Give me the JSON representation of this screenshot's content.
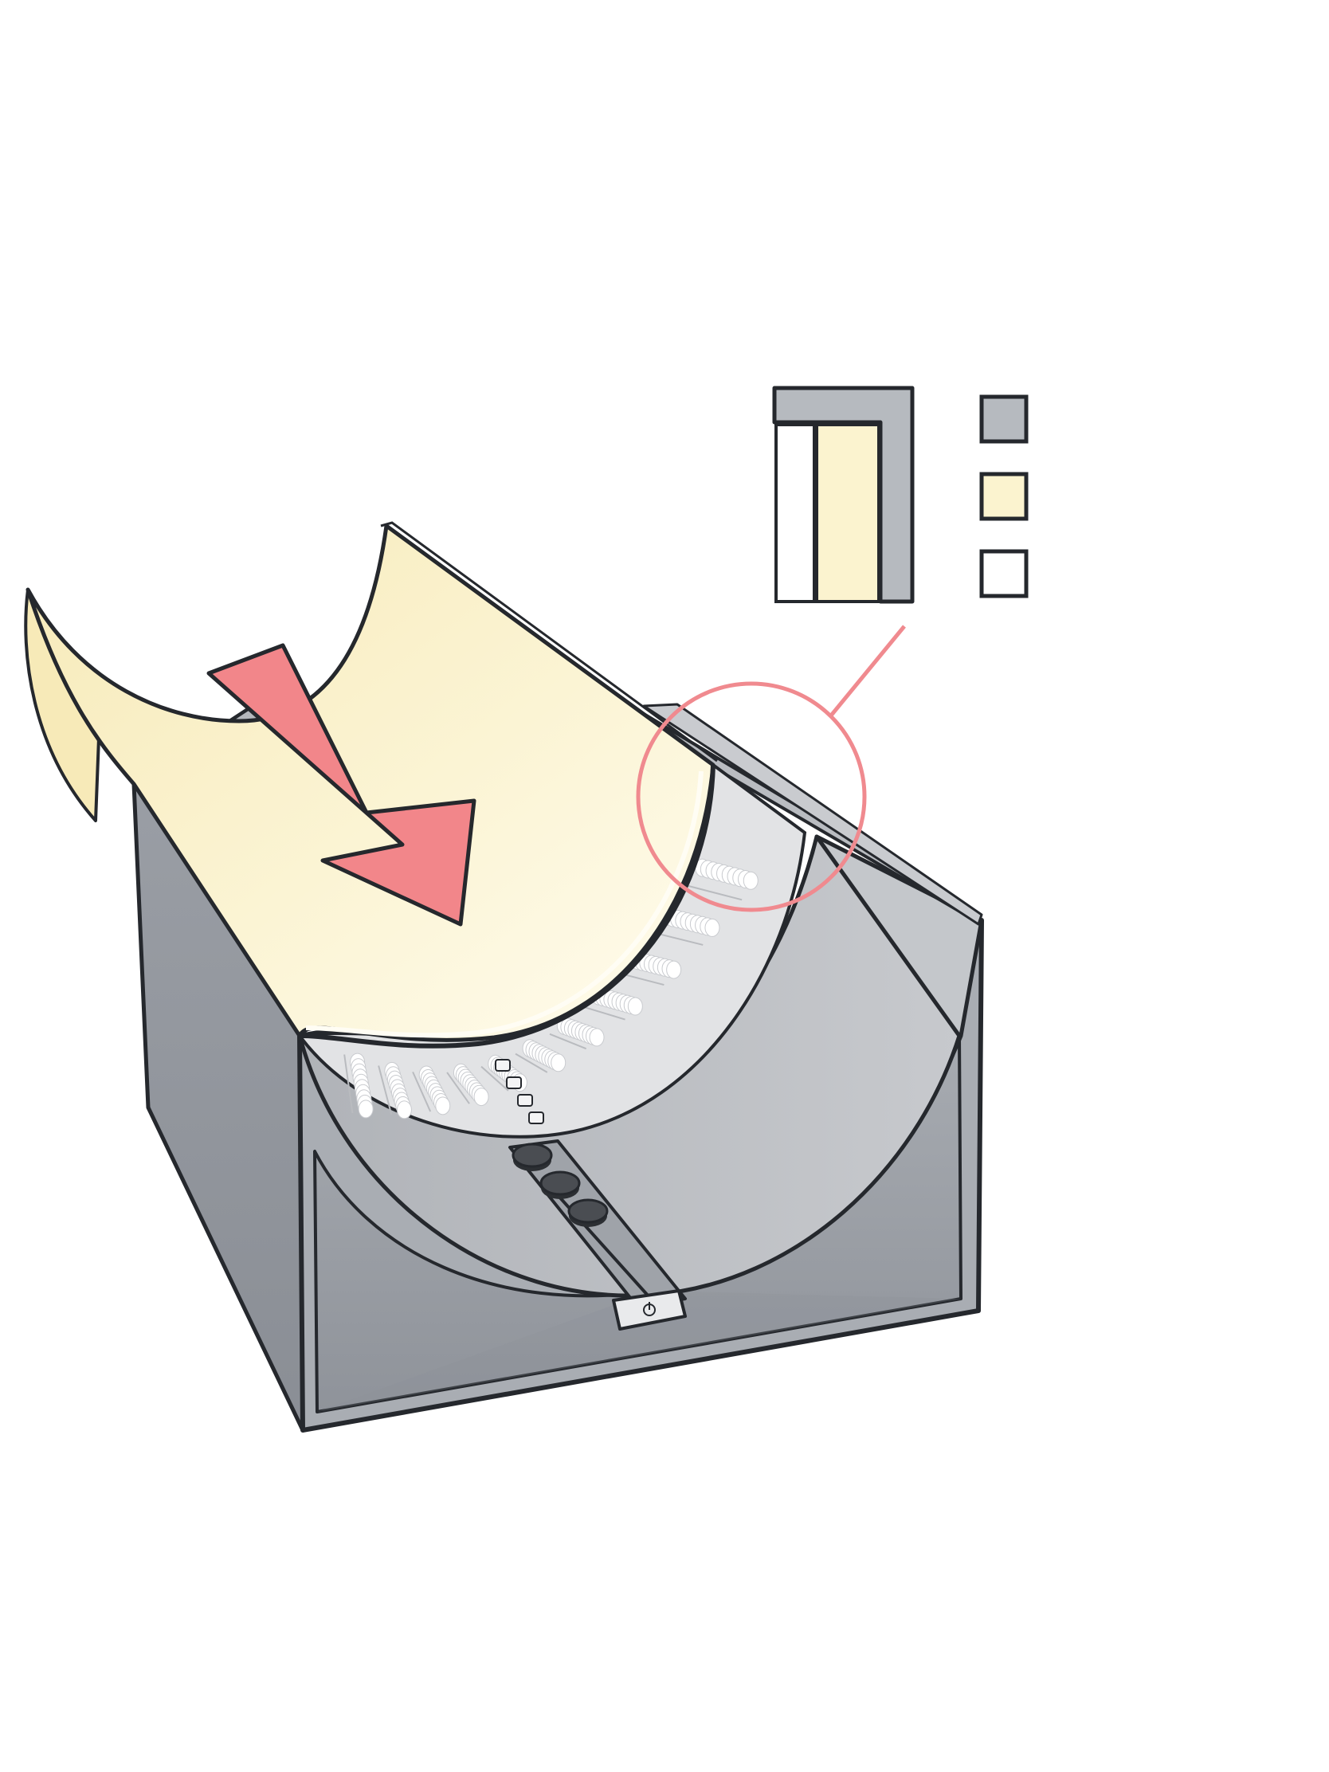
{
  "diagram": {
    "colors": {
      "housing": "#a9adb3",
      "housing_dark": "#8c9097",
      "housing_light": "#c4c7cb",
      "diffuser": "#fbf5d6",
      "diffuser_glow": "#fffbe8",
      "led_panel": "#e2e3e5",
      "led_dot": "#ffffff",
      "arrow": "#f2868a",
      "callout": "#f08a8f",
      "outline": "#25282d",
      "switch": "#e9eaec",
      "knob": "#4a4d52"
    },
    "legend": [
      {
        "material": "housing",
        "color": "#b6babf"
      },
      {
        "material": "diffuser",
        "color": "#fbf3cf"
      },
      {
        "material": "led-panel",
        "color": "#ffffff"
      }
    ],
    "parts": {
      "knob_count": 3,
      "chip_count": 4,
      "led_rows": 10,
      "led_cols": 11
    }
  }
}
